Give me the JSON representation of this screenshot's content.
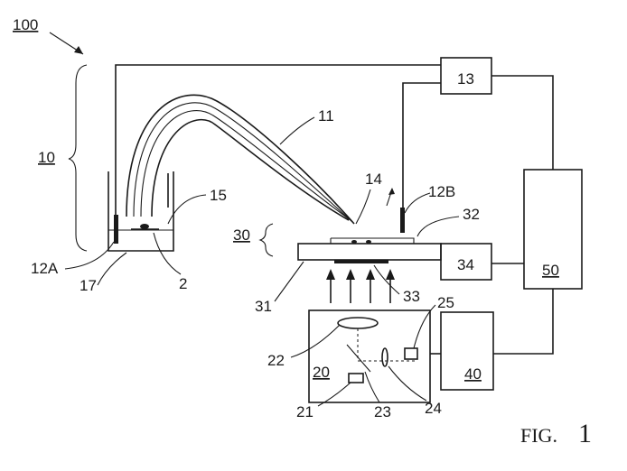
{
  "figure": {
    "caption_prefix": "FIG.",
    "caption_number": "1"
  },
  "labels": {
    "system": "100",
    "group_10": "10",
    "tube_11": "11",
    "electrode_12A": "12A",
    "electrode_12B": "12B",
    "box_13": "13",
    "tip_14": "14",
    "label_15": "15",
    "label_17": "17",
    "label_2": "2",
    "stage_30": "30",
    "plate_32": "32",
    "box_34": "34",
    "box_50": "50",
    "label_31": "31",
    "label_33": "33",
    "label_25": "25",
    "label_22": "22",
    "box_20": "20",
    "label_21": "21",
    "label_23": "23",
    "label_24": "24",
    "box_40": "40"
  }
}
